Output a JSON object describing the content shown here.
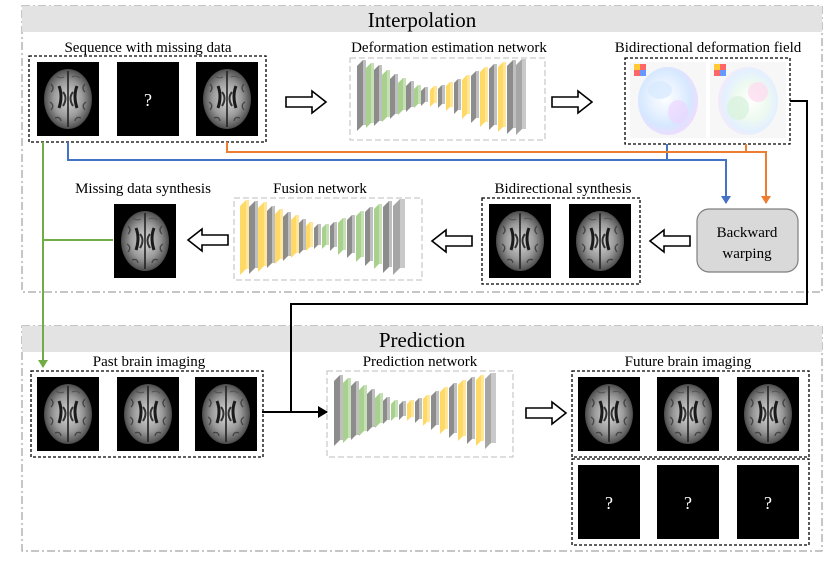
{
  "sections": {
    "interpolation": "Interpolation",
    "prediction": "Prediction"
  },
  "labels": {
    "sequence_missing": "Sequence with missing data",
    "deformation_net": "Deformation estimation network",
    "bidirectional_field": "Bidirectional deformation field",
    "missing_synthesis": "Missing data synthesis",
    "fusion_net": "Fusion network",
    "bidirectional_synthesis": "Bidirectional synthesis",
    "backward_warping_line1": "Backward",
    "backward_warping_line2": "warping",
    "past_imaging": "Past brain imaging",
    "prediction_net": "Prediction network",
    "future_imaging": "Future brain imaging",
    "missing_mark": "?"
  },
  "colors": {
    "blue_path": "#4472c4",
    "orange_path": "#ed7d31",
    "green_path": "#70ad47",
    "layer_gray": "#a6a6a6",
    "layer_green": "#c5e0b4",
    "layer_yellow": "#ffd966",
    "header_fill": "#e3e3e3"
  }
}
